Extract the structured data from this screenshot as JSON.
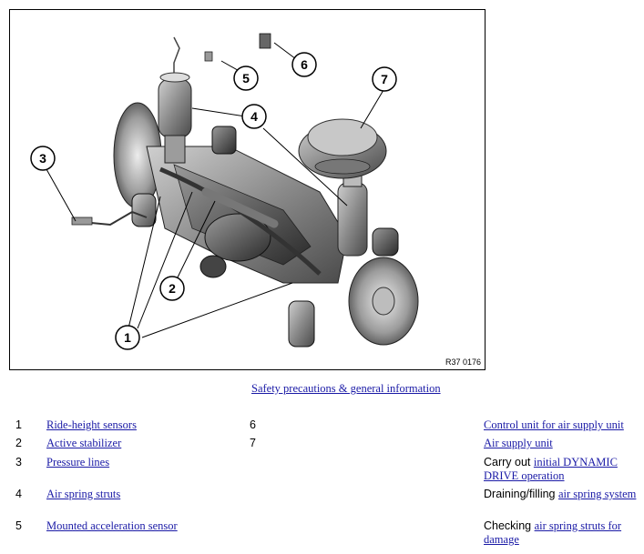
{
  "figure": {
    "ref_code": "R37 0176",
    "callouts": [
      "1",
      "2",
      "3",
      "4",
      "5",
      "6",
      "7"
    ]
  },
  "safety_link": "Safety precautions & general information",
  "rows": [
    {
      "left_num": "1",
      "left_link": "Ride-height sensors",
      "right_num": "6",
      "right_prefix": "",
      "right_link": "Control unit for air supply unit"
    },
    {
      "left_num": "2",
      "left_link": "Active stabilizer",
      "right_num": "7",
      "right_prefix": "",
      "right_link": "Air supply unit"
    },
    {
      "left_num": "3",
      "left_link": "Pressure lines",
      "right_num": "",
      "right_prefix": "Carry out ",
      "right_link": "initial DYNAMIC DRIVE operation"
    },
    {
      "left_num": "4",
      "left_link": "Air spring struts",
      "right_num": "",
      "right_prefix": "Draining/filling ",
      "right_link": "air spring system"
    },
    {
      "left_num": "5",
      "left_link": "Mounted acceleration sensor",
      "right_num": "",
      "right_prefix": "Checking ",
      "right_link": "air spring struts for damage"
    }
  ]
}
